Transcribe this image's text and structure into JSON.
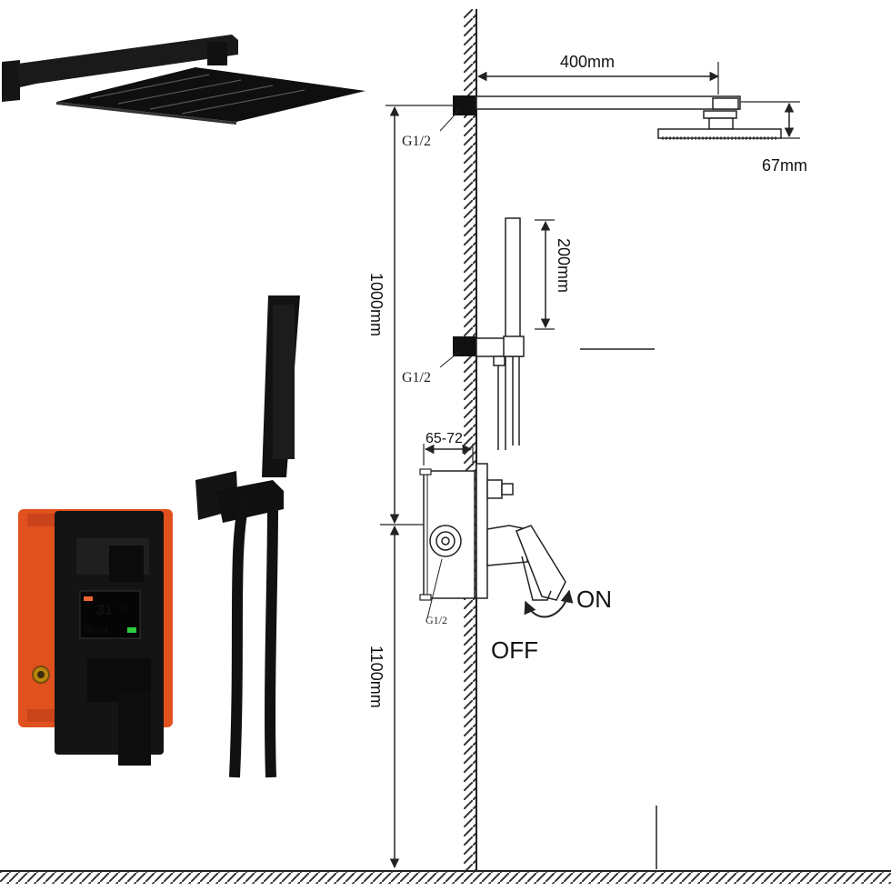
{
  "dimensions": {
    "arm_length": "400mm",
    "head_height": "67mm",
    "handshower_length": "200mm",
    "head_to_valve": "1000mm",
    "valve_to_floor": "1100mm",
    "valve_depth": "65-72"
  },
  "threads": {
    "arm_inlet": "G1/2",
    "handshower_inlet": "G1/2",
    "valve_inlet": "G1/2"
  },
  "handle_states": {
    "on": "ON",
    "off": "OFF"
  },
  "display": {
    "temperature": "31",
    "unit": "°C",
    "secondary": "00.04"
  },
  "colors": {
    "product": "#111111",
    "mounting_box": "#e0511d",
    "lines": "#222222"
  }
}
